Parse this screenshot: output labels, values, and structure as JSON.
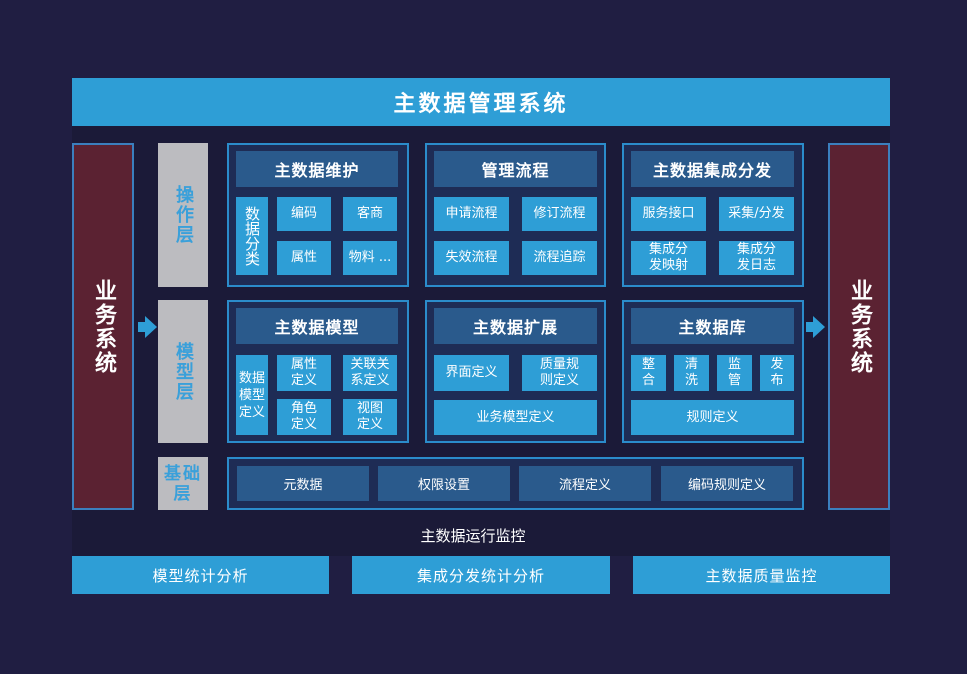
{
  "title": "主数据管理系统",
  "side_left": "业务系统",
  "side_right": "业务系统",
  "layers": {
    "operation": "操作层",
    "model": "模型层",
    "base": "基础层"
  },
  "maintenance": {
    "title": "主数据维护",
    "classify": "数据分类",
    "items": [
      "编码",
      "客商",
      "属性",
      "物料 ..."
    ]
  },
  "process": {
    "title": "管理流程",
    "items": [
      "申请流程",
      "修订流程",
      "失效流程",
      "流程追踪"
    ]
  },
  "integration": {
    "title": "主数据集成分发",
    "items": [
      "服务接口",
      "采集/分发",
      "集成分发映射",
      "集成分发日志"
    ]
  },
  "model": {
    "title": "主数据模型",
    "def": "数据模型定义",
    "items": [
      "属性定义",
      "关联关系定义",
      "角色定义",
      "视图定义"
    ]
  },
  "extension": {
    "title": "主数据扩展",
    "items": [
      "界面定义",
      "质量规则定义"
    ],
    "wide": "业务模型定义"
  },
  "repository": {
    "title": "主数据库",
    "items": [
      "整合",
      "清洗",
      "监管",
      "发布"
    ],
    "wide": "规则定义"
  },
  "base": [
    "元数据",
    "权限设置",
    "流程定义",
    "编码规则定义"
  ],
  "monitor": "主数据运行监控",
  "bottom": [
    "模型统计分析",
    "集成分发统计分析",
    "主数据质量监控"
  ]
}
